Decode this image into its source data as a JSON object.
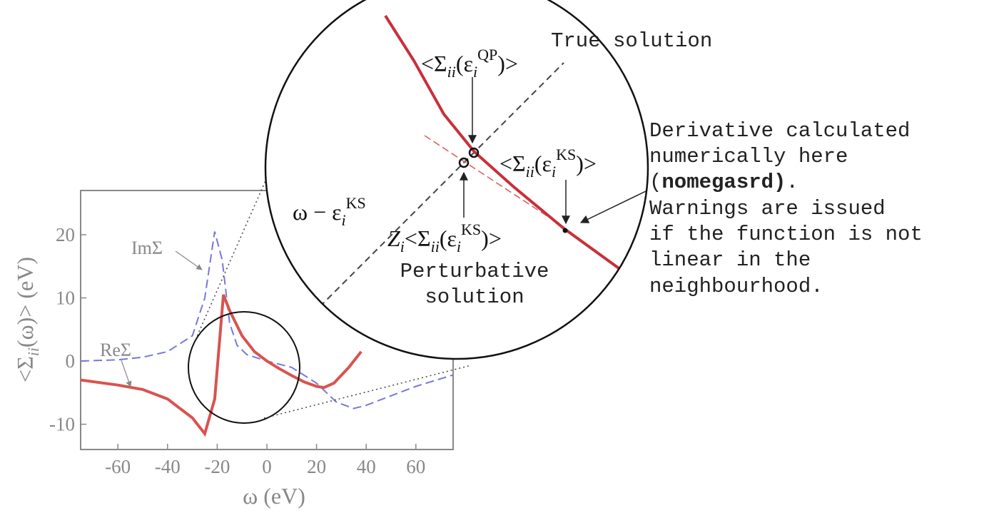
{
  "figure": {
    "xlabel": "ω (eV)",
    "ylabel_prefix": "<Σ",
    "ylabel_sub": "ii",
    "ylabel_suffix": "(ω)> (eV)",
    "x_ticks": [
      "-60",
      "-40",
      "-20",
      "0",
      "20",
      "40",
      "60"
    ],
    "y_ticks": [
      "20",
      "10",
      "0",
      "-10"
    ],
    "x_tick_values": [
      -60,
      -40,
      -20,
      0,
      20,
      40,
      60
    ],
    "y_tick_values": [
      20,
      10,
      0,
      -10
    ],
    "xlim": [
      -75,
      75
    ],
    "ylim": [
      -14,
      27
    ],
    "legend_im": "ImΣ",
    "legend_re": "ReΣ",
    "series": {
      "re_sigma": {
        "color": "#d9534f",
        "points": [
          [
            -75,
            -3
          ],
          [
            -60,
            -3.8
          ],
          [
            -50,
            -4.5
          ],
          [
            -40,
            -6
          ],
          [
            -30,
            -9
          ],
          [
            -25,
            -11.5
          ],
          [
            -21,
            -6
          ],
          [
            -17.5,
            10.5
          ],
          [
            -15,
            8
          ],
          [
            -10,
            4
          ],
          [
            -5,
            1.5
          ],
          [
            0,
            0
          ],
          [
            5,
            -1.2
          ],
          [
            10,
            -2.3
          ],
          [
            15,
            -3.3
          ],
          [
            20,
            -4
          ],
          [
            23,
            -4.2
          ],
          [
            27,
            -3.5
          ],
          [
            33,
            -1
          ],
          [
            38,
            1.5
          ]
        ]
      },
      "im_sigma": {
        "color": "#7777dd",
        "points": [
          [
            -75,
            0
          ],
          [
            -60,
            0.2
          ],
          [
            -50,
            0.6
          ],
          [
            -40,
            1.5
          ],
          [
            -30,
            4
          ],
          [
            -25,
            10
          ],
          [
            -21,
            20.5
          ],
          [
            -18,
            16
          ],
          [
            -15,
            6
          ],
          [
            -12,
            2.5
          ],
          [
            -8,
            1
          ],
          [
            0,
            0
          ],
          [
            10,
            -1
          ],
          [
            20,
            -3.5
          ],
          [
            28,
            -6.5
          ],
          [
            35,
            -7.5
          ],
          [
            40,
            -7
          ],
          [
            50,
            -5.5
          ],
          [
            60,
            -4
          ],
          [
            70,
            -2.8
          ],
          [
            75,
            -2.2
          ]
        ]
      }
    }
  },
  "zoom": {
    "true_solution": "True solution",
    "qp_label_prefix": "<Σ",
    "qp_label_sub": "ii",
    "qp_label_mid": "(ε",
    "qp_label_sub2": "i",
    "qp_label_sup": "QP",
    "qp_label_suffix": ")>",
    "ks_label_prefix": "<Σ",
    "ks_label_sub": "ii",
    "ks_label_mid": "(ε",
    "ks_label_sub2": "i",
    "ks_label_sup": "KS",
    "ks_label_suffix": ")>",
    "line_label_prefix": "ω − ε",
    "line_label_sub": "i",
    "line_label_sup": "KS",
    "pert_label_z": "Z",
    "pert_label_zsub": "i",
    "pert_label_prefix": "<Σ",
    "pert_label_sub": "ii",
    "pert_label_mid": "(ε",
    "pert_label_sub2": "i",
    "pert_label_sup": "KS",
    "pert_label_suffix": ")>",
    "pert_caption_line1": "Perturbative",
    "pert_caption_line2": "solution"
  },
  "note": {
    "line1": "Derivative calculated",
    "line2": "numerically here",
    "line3_open": "(",
    "line3_bold": "nomegasrd)",
    "line3_close": ".",
    "line4": "Warnings are issued",
    "line5": "if the function is not",
    "line6": "linear in the",
    "line7": "neighbourhood."
  },
  "colors": {
    "re_sigma": "#d9534f",
    "zoom_curve": "#c8303a",
    "im_sigma": "#7777dd",
    "axis_gray": "#888888"
  }
}
